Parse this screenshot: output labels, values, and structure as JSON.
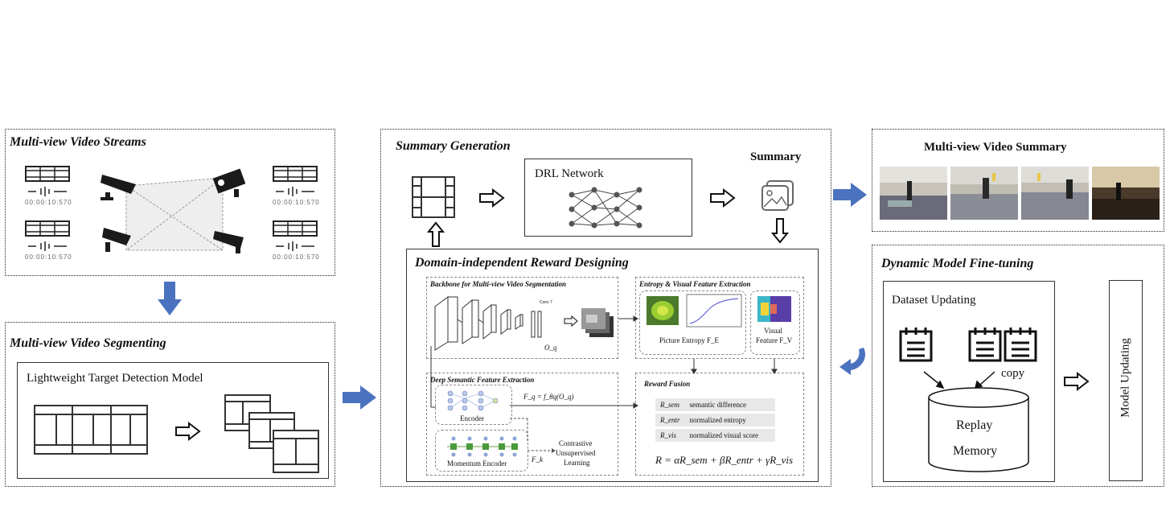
{
  "streams": {
    "title": "Multi-view Video Streams",
    "timecodes": [
      "00:00:10:570",
      "00:00:10:570",
      "00:00:10:570",
      "00:00:10:570"
    ]
  },
  "segmenting": {
    "title": "Multi-view Video Segmenting",
    "model_label": "Lightweight Target Detection Model"
  },
  "summary_gen": {
    "title": "Summary Generation",
    "drl_label": "DRL Network",
    "summary_label": "Summary"
  },
  "reward": {
    "title": "Domain-independent Reward Designing",
    "backbone_title": "Backbone for Multi-view Video Segmentation",
    "conv_label": "Conv 7",
    "oq": "O_q",
    "entropy_title": "Entropy & Visual Feature Extraction",
    "picture_entropy": "Picture Entropy F_E",
    "visual_label": "Visual",
    "feature_fv": "Feature F_V",
    "semantic_title": "Deep Semantic Feature Extraction",
    "fq_formula": "F_q = f_θq(O_q)",
    "encoder": "Encoder",
    "momentum_encoder": "Momentum Encoder",
    "fk": "F_k",
    "contrastive": [
      "Contrastive",
      "Unsupervised",
      "Learning"
    ],
    "fusion_title": "Reward Fusion",
    "fusion_rows": [
      {
        "sym": "R_sem",
        "desc": "semantic difference"
      },
      {
        "sym": "R_entr",
        "desc": "normalized entropy"
      },
      {
        "sym": "R_vis",
        "desc": "normalized visual score"
      }
    ],
    "formula": "R = αR_sem + βR_entr + γR_vis"
  },
  "video_summary": {
    "title": "Multi-view Video Summary"
  },
  "finetune": {
    "title": "Dynamic Model Fine-tuning",
    "dataset_label": "Dataset Updating",
    "copy_label": "copy",
    "replay1": "Replay",
    "replay2": "Memory",
    "model_updating": "Model Updating"
  },
  "colors": {
    "accent_arrow": "#4a72bf",
    "border": "#222222"
  }
}
